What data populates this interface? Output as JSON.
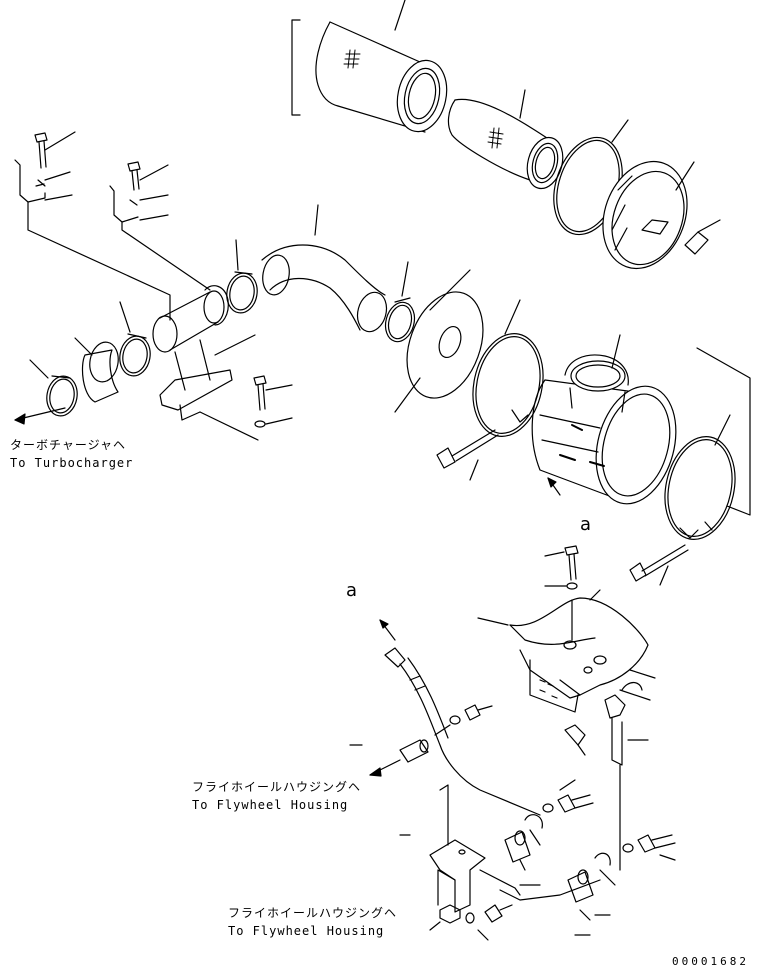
{
  "labels": {
    "turbo_jp": "ターボチャージャヘ",
    "turbo_en": "To Turbocharger",
    "flywheel1_jp": "フライホイールハウジングヘ",
    "flywheel1_en": "To Flywheel Housing",
    "flywheel2_jp": "フライホイールハウジングヘ",
    "flywheel2_en": "To Flywheel Housing",
    "callout_a1": "a",
    "callout_a2": "a",
    "drawing_number": "00001682"
  }
}
